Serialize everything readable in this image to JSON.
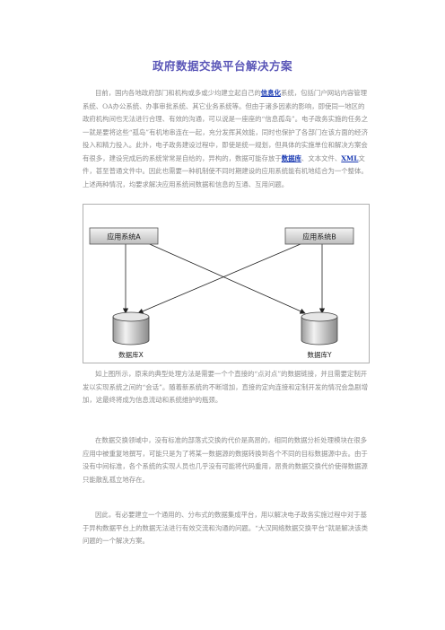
{
  "title": "政府数据交换平台解决方案",
  "para1": {
    "t1": "目前，国内各地政府部门和机构或多或少均建立起自己的",
    "link1": "信息化",
    "t2": "系统，包括门户网站内容管理系统、OA办公系统、办事审批系统、其它业务系统等。但由于诸多因素的影响，即使同一地区的政府机构间也无法进行合理、有效的沟通，可以说是一座座的“信息孤岛”。电子政务实施的任务之一就是要将这些“孤岛”有机地串连在一起，充分发挥其效能，同时也保护了各部门在该方面的经济投入和精力投入。此外，电子政务建设过程中，即使是统一规划，但具体的实施单位和解决方案会有很多，建设完成后的系统常常是自给的，异构的，数据可能存放于",
    "link2": "数据库",
    "t3": "、文本文件、",
    "link3": "XML",
    "t4": "文件，甚至普通文件中。因此也需要一种机制使不同时期建设的应用系统能有机地结合为一个整体。上述两种情况，均要求解决应用系统间数据和信息的互通、互用问题。"
  },
  "diagram": {
    "app_a": "应用系统A",
    "app_b": "应用系统B",
    "db_x": "数据库X",
    "db_y": "数据库Y"
  },
  "para2": "如上图所示，原来的典型处理方法是需要一个个直接的“点对点”的数据链接，并且需要定制开发以实现系统之间的“会话”。随着新系统的不断增加，直接的定向连接和定制开发的情况会急剧增加，这最终将成为信息流动和系统维护的瓶颈。",
  "para3": "在数据交换领域中，没有标准的部落式交换的代价是高昂的，相同的数据分析处理模块在很多应用中被重复地撰写，可能只是为了将某一数据源的数据转换到各个不同的目标数据源中去。由于没有中间标准，各个系统的实现人员也几乎没有可能将代码重用，昂贵的数据交换代价使得数据源只能散乱孤立地存在。",
  "para4": "因此，有必要建立一个通用的、分布式的数据集成平台，用以解决电子政务实施过程中对于基于异构数据平台上的数据无法进行有效交流和沟通的问题。“大汉网络数据交换平台”就是解决该类问题的一个解决方案。"
}
